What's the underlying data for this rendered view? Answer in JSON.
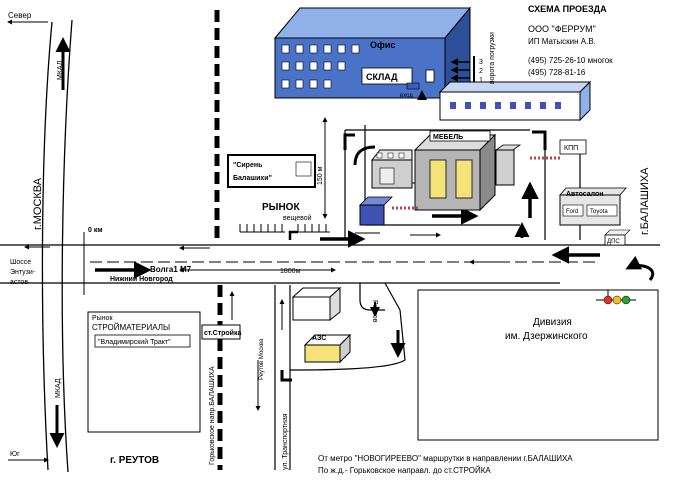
{
  "header": {
    "title": "СХЕМА ПРОЕЗДА",
    "company": "ООО \"ФЕРРУМ\"",
    "person": "ИП Матыскин А.В.",
    "phone1": "(495) 725-26-10  многок",
    "phone2": "(495)  728-81-16"
  },
  "buildings": {
    "office": "Офис",
    "warehouse": "СКЛАД",
    "entrance": "вход",
    "gates_label": "ворота погрузки",
    "gate_numbers": [
      "3",
      "2",
      "1"
    ],
    "furniture": "МЕБЕЛЬ",
    "checkpoint": "КПП",
    "car_dealer": "Автосалон",
    "ford": "Ford",
    "toyota": "Toyota",
    "traffic_police": "ДПС",
    "gas_station": "АЗС",
    "sirena": [
      "\"Сирень",
      "Балашихи\""
    ],
    "market": "РЫНОК",
    "market_sub": "вещевой",
    "building_market_title": [
      "Рынок",
      "СТРОЙМАТЕРИАЛЫ"
    ],
    "vladimir": "\"Владимирский Тракт\"",
    "station": "ст.Стройка",
    "division": [
      "Дивизия",
      "им. Дзержинского"
    ]
  },
  "labels": {
    "north": "Север",
    "south": "Юг",
    "moscow": "г.МОСКВА",
    "mkad": "МКАД",
    "km0": "0 км",
    "highway": [
      "Шоссе",
      "Энтузи-",
      "астов"
    ],
    "volga": "Волга1 М7",
    "nizhny": "Нижний Новгород",
    "dist_1800": "1800м",
    "dist_150": "150 м",
    "balashikha": "г.БАЛАШИХА",
    "reutov": "г. РЕУТОВ",
    "reutov_vert": "Реутов",
    "reutov_moscow": "Реутов Москва",
    "gorkovsky": "Горьковское напр.БАЛАШИХА",
    "transport": "ул. Транспортная"
  },
  "footer": {
    "line1": "От метро \"НОВОГИРЕЕВО\"  маршрутки в направлении г.БАЛАШИХА",
    "line2": "По ж.д.- Горьковское направл. до ст.СТРОЙКА"
  },
  "colors": {
    "office_front": "#4a73c8",
    "office_top": "#8fb0e8",
    "office_side": "#2d4f9a",
    "furniture_front": "#b5b5b5",
    "furniture_window": "#f3e37a",
    "blue_box": "#3f52b6",
    "gas_front": "#f3e37a",
    "rail": "#c0404a",
    "traffic_light": [
      "#e83020",
      "#f0c020",
      "#30a030"
    ]
  }
}
